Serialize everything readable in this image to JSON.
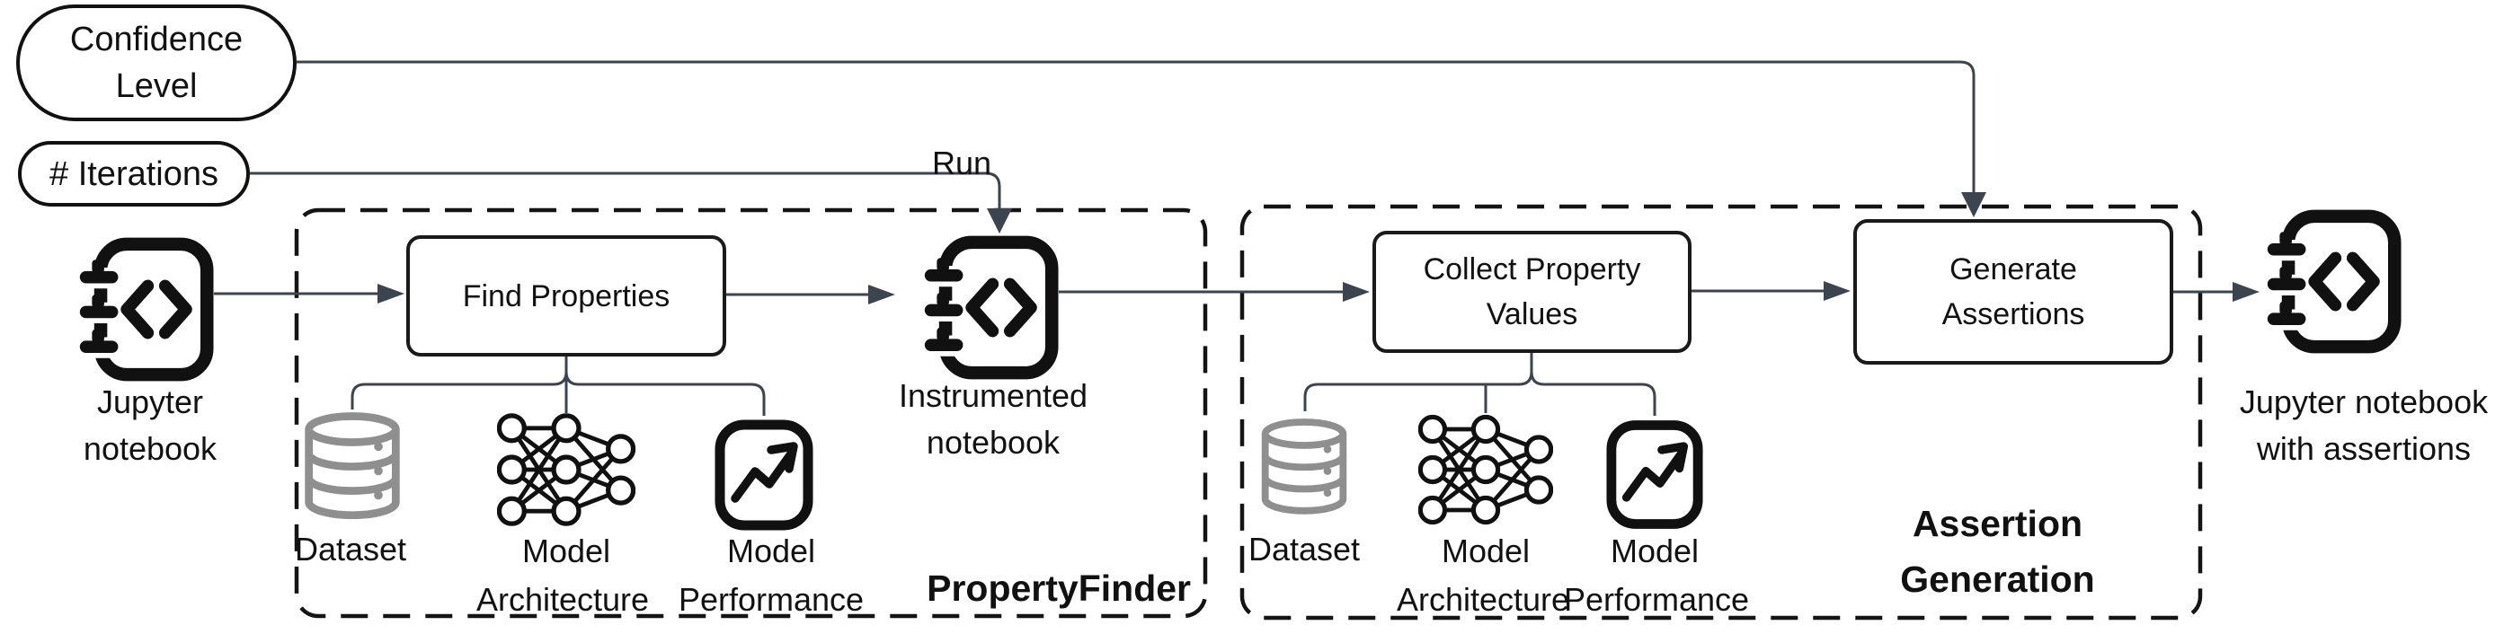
{
  "colors": {
    "background": "#ffffff",
    "outline": "#111111",
    "connector": "#3c4450",
    "dataset_gray": "#8f8f8f",
    "text": "#111111"
  },
  "pills": {
    "confidence": {
      "line1": "Confidence",
      "line2": "Level"
    },
    "iterations": {
      "label": "# Iterations"
    }
  },
  "edge_labels": {
    "run": "Run"
  },
  "groups": {
    "property_finder": {
      "label": "PropertyFinder"
    },
    "assertion_generation": {
      "line1": "Assertion",
      "line2": "Generation"
    }
  },
  "processes": {
    "find_properties": {
      "label": "Find Properties"
    },
    "collect_property_values": {
      "line1": "Collect Property",
      "line2": "Values"
    },
    "generate_assertions": {
      "line1": "Generate",
      "line2": "Assertions"
    }
  },
  "artifacts": {
    "input_notebook": {
      "line1": "Jupyter",
      "line2": "notebook"
    },
    "instrumented_notebook": {
      "line1": "Instrumented",
      "line2": "notebook"
    },
    "output_notebook": {
      "line1": "Jupyter notebook",
      "line2": "with assertions"
    }
  },
  "resources": {
    "pf": {
      "dataset": "Dataset",
      "arch_line1": "Model",
      "arch_line2": "Architecture",
      "perf_line1": "Model",
      "perf_line2": "Performance"
    },
    "ag": {
      "dataset": "Dataset",
      "arch_line1": "Model",
      "arch_line2": "Architecture",
      "perf_line1": "Model",
      "perf_line2": "Performance"
    }
  }
}
